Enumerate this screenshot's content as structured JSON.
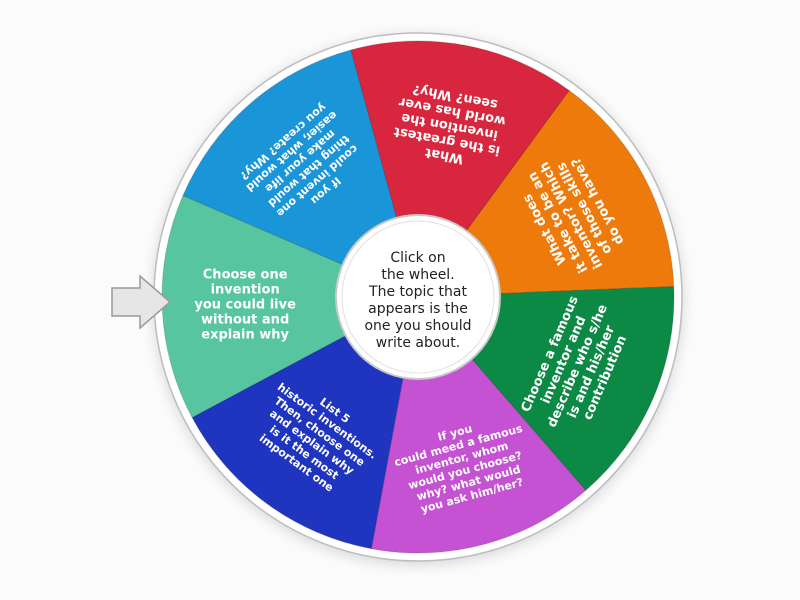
{
  "wheel": {
    "center_text": [
      "Click on",
      "the wheel.",
      "The topic that",
      "appears is the",
      "one you should",
      "write about."
    ],
    "segments": [
      {
        "color": "#d7263d",
        "lines": [
          "What",
          "is the greatest",
          "invention the",
          "world has ever",
          "seen? Why?"
        ]
      },
      {
        "color": "#ee7a0b",
        "lines": [
          "What does",
          "it take to be an",
          "inventor? Which",
          "of those skills",
          "do you have?"
        ]
      },
      {
        "color": "#0c8a45",
        "lines": [
          "Choose a famous",
          "inventor and",
          "describe who s/he",
          "is and his/her",
          "contribution"
        ]
      },
      {
        "color": "#c452d2",
        "lines": [
          "If you",
          "could meed a famous",
          "inventor, whom",
          "would you choose?",
          "why? what would",
          "you ask him/her?"
        ]
      },
      {
        "color": "#1f35c0",
        "lines": [
          "List 5",
          "historic inventions.",
          "Then, choose one",
          "and explain why",
          "is it the most",
          "important one"
        ]
      },
      {
        "color": "#57c6a0",
        "lines": [
          "Choose one",
          "invention",
          "you could live",
          "without and",
          "explain why"
        ]
      },
      {
        "color": "#1a95d8",
        "lines": [
          "If you",
          "could invent one",
          "thing that would",
          "make your life",
          "easier, what would",
          "you create? Why?"
        ]
      }
    ]
  },
  "pointer": {
    "icon": "arrow-right-icon",
    "color": "#e6e6e6"
  }
}
